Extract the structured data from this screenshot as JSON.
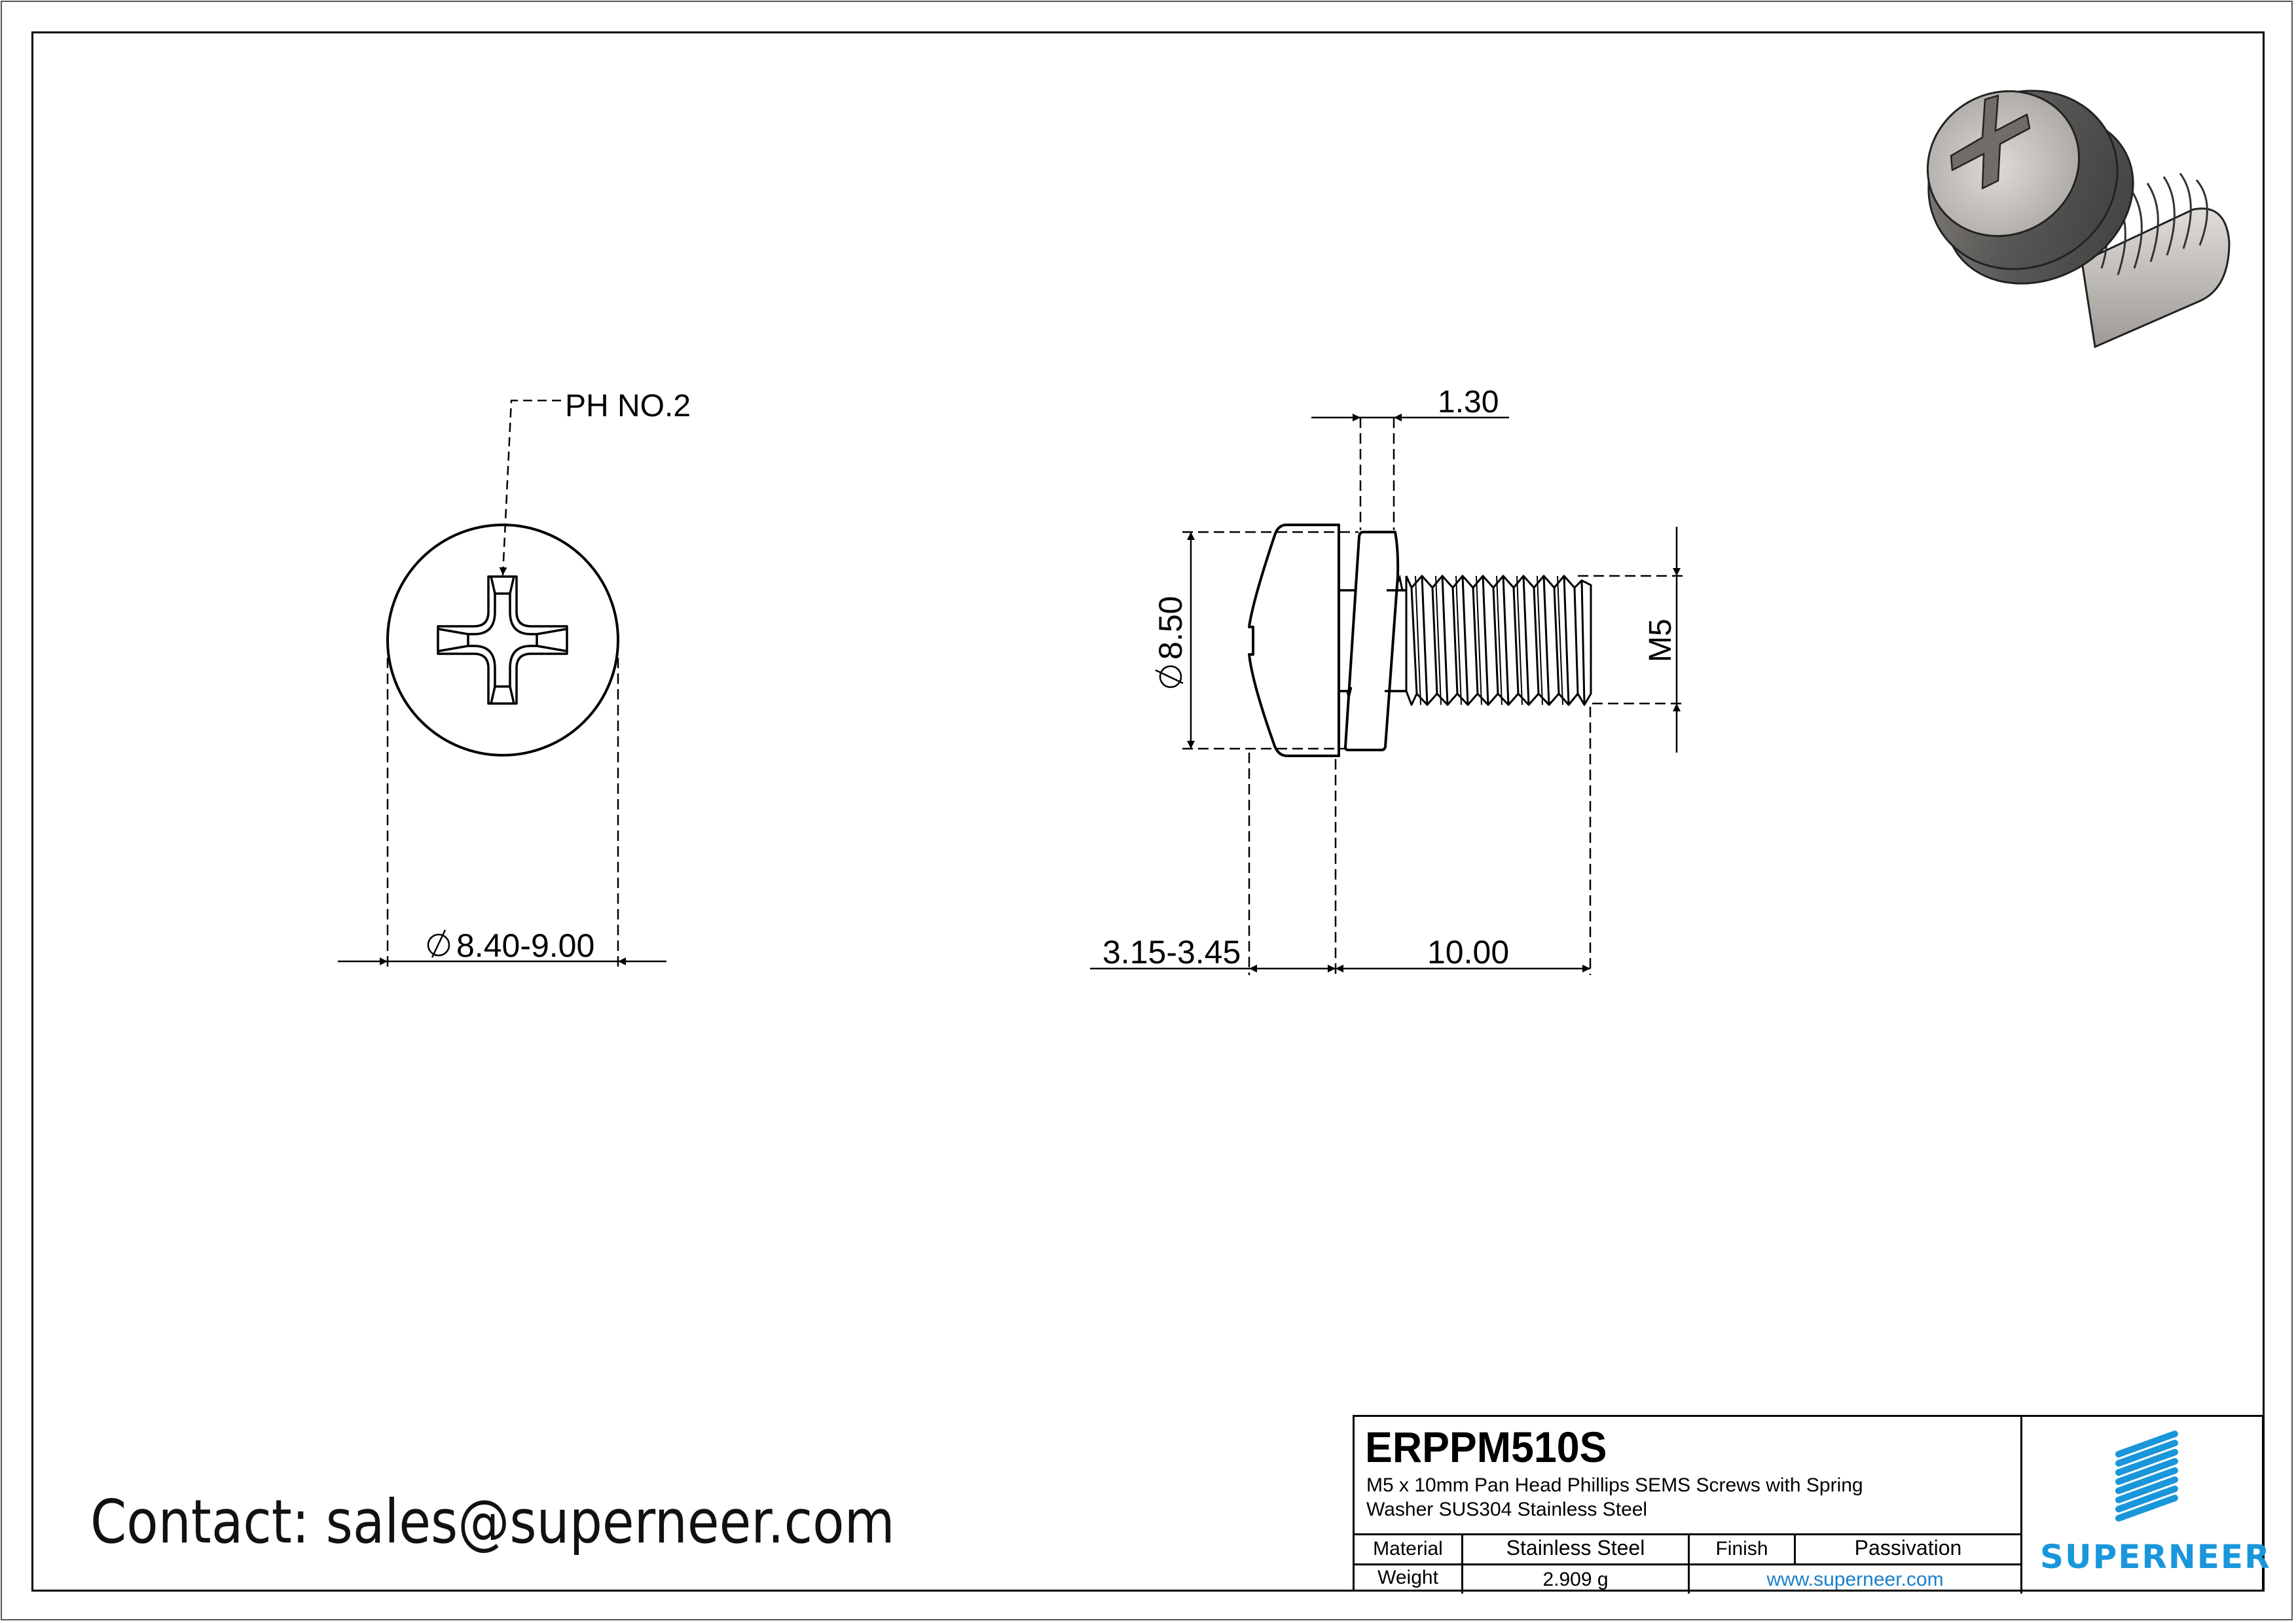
{
  "drawing": {
    "front_view": {
      "drive_callout": "PH NO.2",
      "head_diameter_dim": "8.40-9.00",
      "diameter_symbol": "Ø"
    },
    "side_view": {
      "washer_thickness_dim": "1.30",
      "washer_diameter_dim": "8.50",
      "thread_size_dim": "M5",
      "head_height_dim": "3.15-3.45",
      "length_dim": "10.00",
      "diameter_symbol": "Ø"
    },
    "iso_view": {
      "label": "3D render of pan head Phillips SEMS screw with spring washer"
    }
  },
  "contact": {
    "text": "Contact: sales@superneer.com"
  },
  "title_block": {
    "part_number": "ERPPM510S",
    "description_line1": "M5 x 10mm Pan Head Phillips SEMS Screws with Spring",
    "description_line2": "Washer SUS304 Stainless Steel",
    "material_label": "Material",
    "material_value": "Stainless Steel",
    "finish_label": "Finish",
    "finish_value": "Passivation",
    "weight_label": "Weight",
    "weight_value": "2.909 g",
    "website": "www.superneer.com",
    "brand": "SUPERNEER"
  },
  "colors": {
    "brand_blue": "#1a96db",
    "link_blue": "#1a7fc8",
    "line": "#000000",
    "metal_light": "#d8d5d1",
    "metal_dark": "#5a5856"
  }
}
